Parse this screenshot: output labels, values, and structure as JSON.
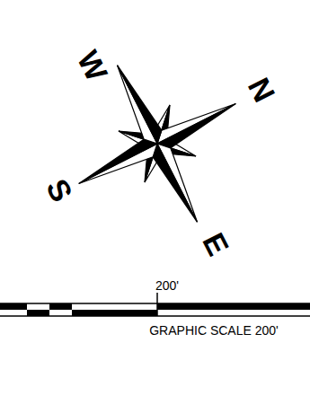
{
  "diagram": {
    "labels": [
      "W",
      "N",
      "E",
      "S",
      "200'",
      "GRAPHIC SCALE 200'"
    ]
  }
}
